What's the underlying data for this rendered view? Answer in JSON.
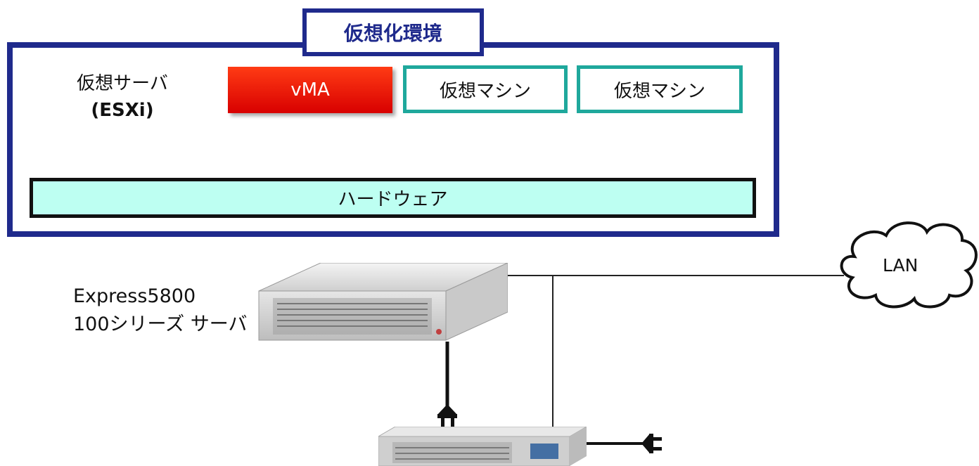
{
  "env": {
    "title": "仮想化環境"
  },
  "esxi": {
    "line1": "仮想サーバ",
    "line2": "(ESXi)"
  },
  "vma": {
    "label": "vMA"
  },
  "vms": [
    "仮想マシン",
    "仮想マシン"
  ],
  "hardware": {
    "label": "ハードウェア"
  },
  "server": {
    "line1": "Express5800",
    "line2": "100シリーズ サーバ"
  },
  "network": {
    "label": "LAN"
  },
  "colors": {
    "frame": "#1f2a8c",
    "vm_border": "#1fa89c",
    "vma_fill": "#e81e00",
    "hardware_fill": "#bdfff2"
  }
}
